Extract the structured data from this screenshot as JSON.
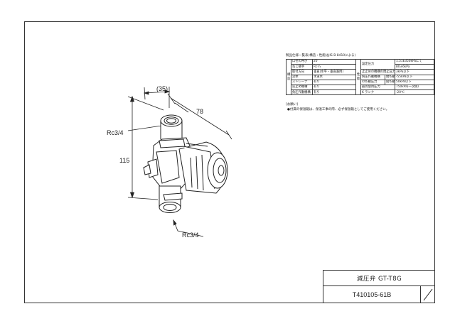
{
  "drawing": {
    "dimensions": {
      "offset": "(35)",
      "length": "78",
      "inlet_thread": "Rc3/4",
      "height": "115",
      "outlet_thread": "Rc3/4"
    }
  },
  "spec": {
    "title": "製品仕様一覧表(構造・性能はJIS B 8410による)",
    "groups": {
      "structure": "構造",
      "performance": "性能"
    },
    "rows": [
      {
        "l_label": "口径の呼び",
        "l_value": "20",
        "r_label": "設定圧力",
        "r_sub": "",
        "r_value": "1.51E350kPaにて"
      },
      {
        "l_label": "ねじ継手",
        "l_value": "Rc³/₄",
        "r_label": "",
        "r_sub": "",
        "r_value": "80±6kPa"
      },
      {
        "l_label": "取付方向",
        "l_value": "垂直(水平・垂直兼用)",
        "r_label": "止止めの機構の閉止圧力",
        "r_sub": "",
        "r_value": "3kPa以下"
      },
      {
        "l_label": "流体",
        "l_value": "水道水",
        "r_label": "負圧作動機構",
        "r_sub": "閉作動",
        "r_value": "-55kPa以下"
      },
      {
        "l_label": "ストレーナ",
        "l_value": "有り",
        "r_label": "の作動圧力",
        "r_sub": "開作動",
        "r_value": "50kPa以下"
      },
      {
        "l_label": "逆止め機構",
        "l_value": "有り",
        "r_label": "最高使用圧力",
        "r_sub": "",
        "r_value": "750kPa(一次側)"
      },
      {
        "l_label": "負圧作動機構",
        "l_value": "有り",
        "r_label": "K ランク",
        "r_sub": "",
        "r_value": "-20℃"
      }
    ]
  },
  "notes": {
    "title": "[お願い]",
    "items": [
      "●付属の保温箱は、保温工事の際、必ず保温箱としてご使用ください。"
    ]
  },
  "title_block": {
    "name": "減圧弁 GT-T8G",
    "drawing_number": "T410105-61B"
  }
}
